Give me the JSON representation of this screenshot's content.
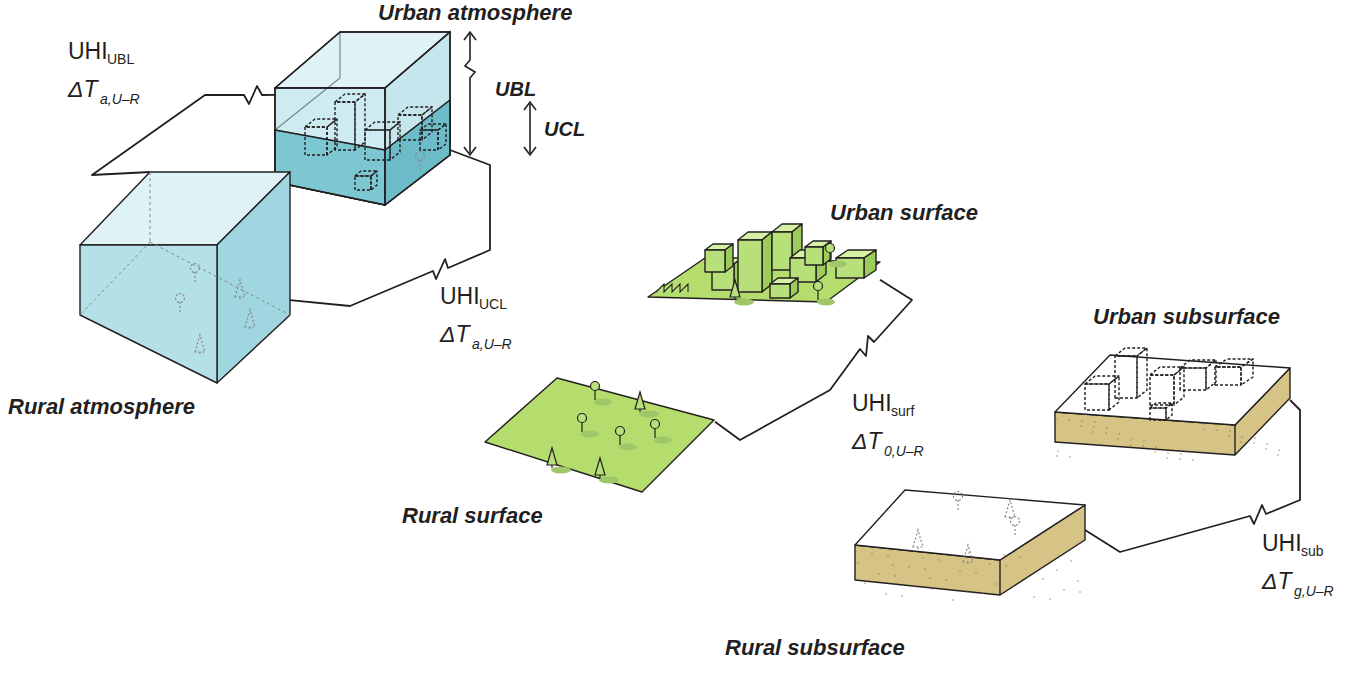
{
  "diagram": {
    "nodes": [
      {
        "text": [
          "Urban atmosphere"
        ]
      },
      {
        "text": [
          "Rural atmosphere"
        ]
      },
      {
        "text": [
          "Urban surface"
        ]
      },
      {
        "text": [
          "Rural surface"
        ]
      },
      {
        "text": [
          "Urban subsurface"
        ]
      },
      {
        "text": [
          "Rural subsurface"
        ]
      }
    ],
    "edges": [
      {
        "from": 0,
        "to": 1,
        "arrow": "none"
      },
      {
        "from": 0,
        "to": 1,
        "arrow": "none"
      },
      {
        "from": 2,
        "to": 3,
        "arrow": "none"
      },
      {
        "from": 4,
        "to": 5,
        "arrow": "none"
      }
    ],
    "labels": [
      "UBL",
      "UCL",
      "UHI",
      "UBL",
      "ΔT",
      "a,U–R",
      "UHI",
      "UCL",
      "ΔT",
      "a,U–R",
      "UHI",
      "surf",
      "ΔT",
      "0,U–R",
      "UHI",
      "sub",
      "ΔT",
      "g,U–R"
    ]
  }
}
